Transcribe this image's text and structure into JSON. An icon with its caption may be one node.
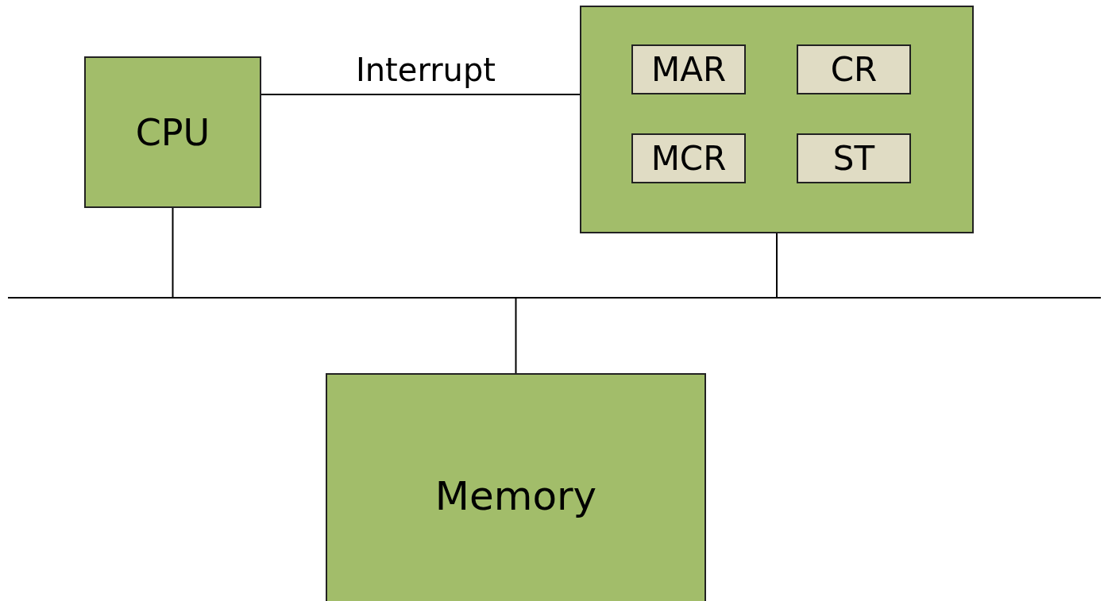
{
  "diagram": {
    "nodes": [
      {
        "text": [
          "CPU"
        ]
      },
      {
        "text": [],
        "shape": "box"
      },
      {
        "text": [
          "MAR"
        ],
        "in": 1
      },
      {
        "text": [
          "CR"
        ],
        "in": 1
      },
      {
        "text": [
          "MCR"
        ],
        "in": 1
      },
      {
        "text": [
          "ST"
        ],
        "in": 1
      },
      {
        "text": [
          "Memory"
        ]
      },
      {
        "text": [],
        "shape": "bar"
      }
    ],
    "edges": [
      {
        "from": 0,
        "to": 1,
        "arrow": "none",
        "label": "Interrupt"
      },
      {
        "from": 0,
        "to": 7,
        "arrow": "none"
      },
      {
        "from": 1,
        "to": 7,
        "arrow": "none"
      },
      {
        "from": 7,
        "to": 6,
        "arrow": "none"
      }
    ]
  }
}
